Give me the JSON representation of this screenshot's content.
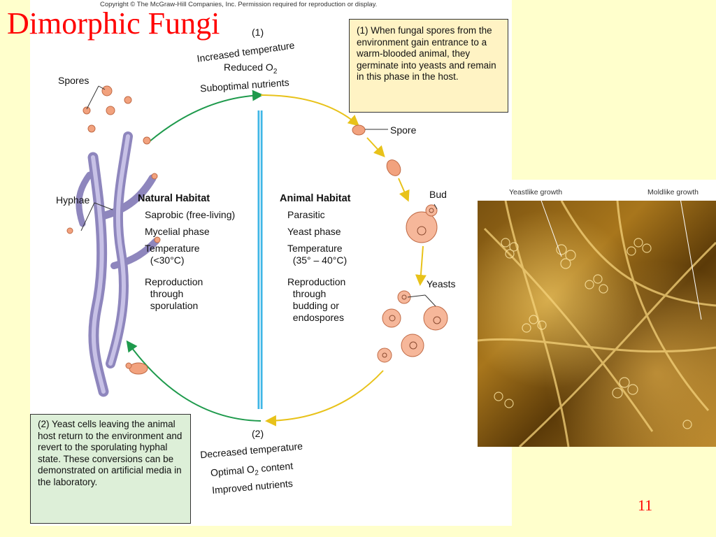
{
  "slide": {
    "title": "Dimorphic Fungi",
    "page_number": "11",
    "background": "#FFFFCC",
    "title_color": "#FF0000"
  },
  "figure": {
    "copyright": "Copyright © The McGraw-Hill Companies, Inc. Permission required for reproduction or display.",
    "top_marker": "(1)",
    "top_conditions": [
      "Increased temperature",
      "Reduced O",
      "Suboptimal nutrients"
    ],
    "bottom_marker": "(2)",
    "bottom_conditions": [
      "Decreased temperature",
      "Optimal O",
      "content",
      "Improved nutrients"
    ],
    "subscript": "2",
    "box1_text": "(1) When fungal spores from the environment gain entrance to a warm-blooded animal, they germinate into yeasts and remain in this phase in the host.",
    "box2_text": "(2) Yeast cells leaving the animal host return to the environment and revert to the sporulating hyphal state. These conversions can be demonstrated on artificial media in the laboratory.",
    "labels": {
      "spores": "Spores",
      "hyphae": "Hyphae",
      "spore": "Spore",
      "bud": "Bud",
      "yeasts": "Yeasts"
    },
    "natural_habitat": {
      "heading": "Natural Habitat",
      "items": [
        "Saprobic (free-living)",
        "Mycelial phase",
        "Temperature\n  (<30°C)",
        "Reproduction\n  through\n  sporulation"
      ]
    },
    "animal_habitat": {
      "heading": "Animal Habitat",
      "items": [
        "Parasitic",
        "Yeast phase",
        "Temperature\n  (35° – 40°C)",
        "Reproduction\n  through\n  budding or\n  endospores"
      ]
    },
    "colors": {
      "left_arrow": "#1E9A4C",
      "right_arrow": "#E8C21A",
      "divider": "#3FB6E6",
      "hyphae": "#A9A1CF",
      "spore": "#F2A27E",
      "box1_bg": "#FFF3C4",
      "box2_bg": "#DDEFD8"
    }
  },
  "photo": {
    "label_left": "Yeastlike growth",
    "label_right": "Moldlike growth"
  }
}
